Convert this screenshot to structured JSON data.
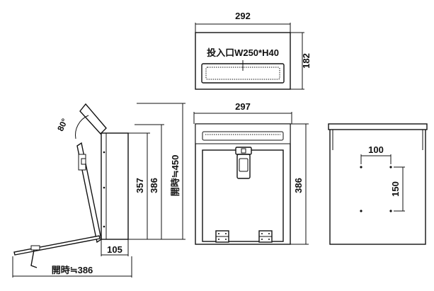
{
  "top_view": {
    "width_label": "292",
    "height_label": "182",
    "slot_label": "投入口W250*H40"
  },
  "side_view": {
    "angle_label": "80°",
    "depth_label": "105",
    "height_357_label": "357",
    "height_386_label": "386",
    "open_height_label": "開時≒450",
    "open_depth_label": "開時≒386"
  },
  "front_view": {
    "width_label": "297",
    "height_label": "386"
  },
  "back_view": {
    "hole_spacing_h_label": "100",
    "hole_spacing_v_label": "150"
  }
}
